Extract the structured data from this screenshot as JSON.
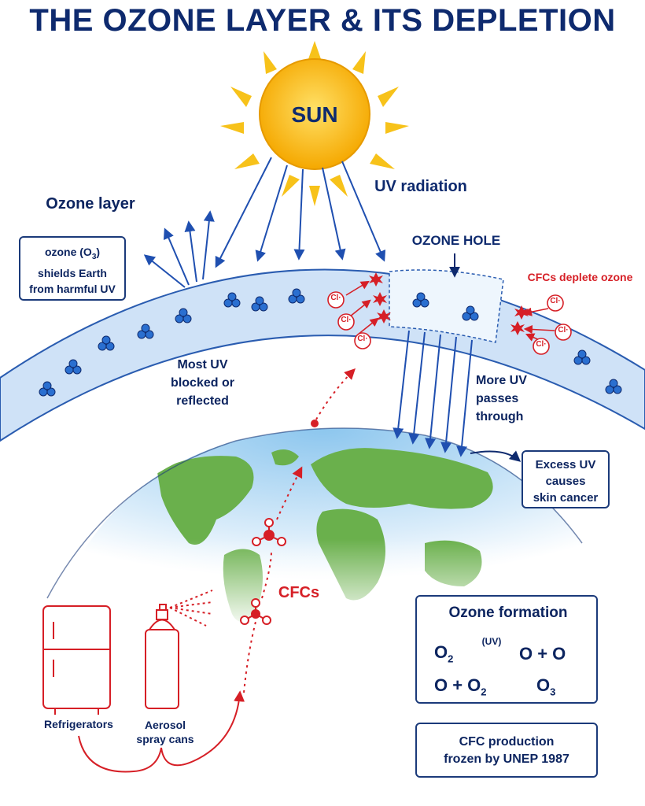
{
  "title": "THE OZONE LAYER & ITS DEPLETION",
  "sun": {
    "label": "SUN"
  },
  "labels": {
    "uv_radiation": "UV radiation",
    "ozone_layer": "Ozone layer",
    "ozone_hole": "OZONE HOLE",
    "cfcs_deplete": "CFCs deplete ozone",
    "most_uv": [
      "Most UV",
      "blocked or",
      "reflected"
    ],
    "more_uv": [
      "More UV",
      "passes",
      "through"
    ],
    "cfcs": "CFCs",
    "refrigerators": "Refrigerators",
    "aerosol": [
      "Aerosol",
      "spray cans"
    ],
    "chlorine": "Cl·"
  },
  "boxes": {
    "ozone_info": {
      "line1": "ozone (O",
      "sub": "3",
      "line1_end": ")",
      "line2": "shields Earth",
      "line3": "from harmful UV"
    },
    "excess_uv": [
      "Excess UV",
      "causes",
      "skin cancer"
    ],
    "formation": {
      "heading": "Ozone formation",
      "eq1_left": "O",
      "eq1_left_sub": "2",
      "eq1_condition": "(UV)",
      "eq1_right": "O + O",
      "eq2_left": "O + O",
      "eq2_left_sub": "2",
      "eq2_right": "O",
      "eq2_right_sub": "3"
    },
    "cfc_production": [
      "CFC production",
      "frozen by UNEP 1987"
    ]
  },
  "colors": {
    "navy": "#0e2a6e",
    "uv_arrow": "#1f4fb0",
    "sun": "#f7b500",
    "cfc_red": "#d61f26",
    "ozone_band": "#cfe2f7",
    "land": "#6ab04c",
    "ocean": "#a9d3f2"
  }
}
